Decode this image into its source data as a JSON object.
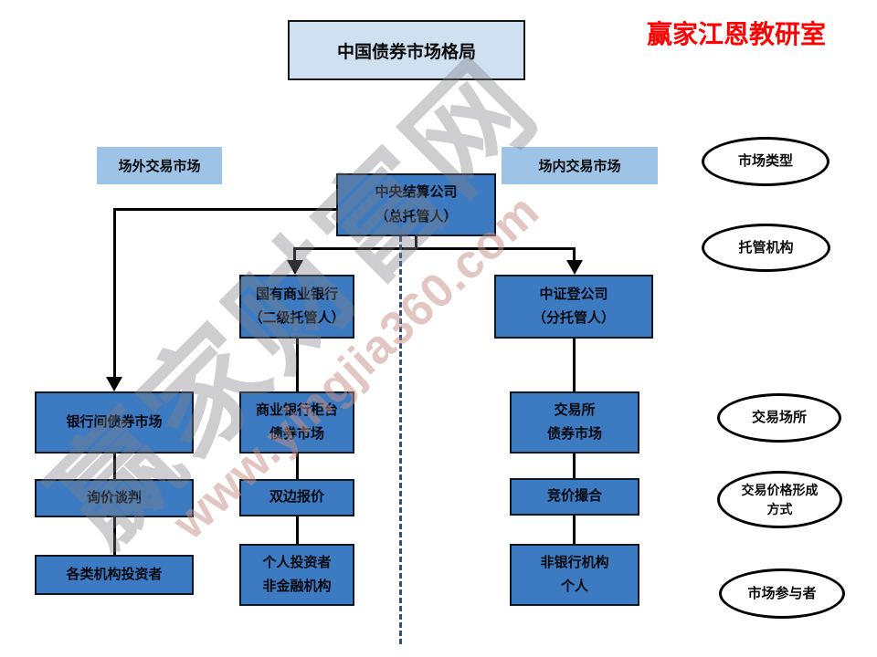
{
  "brand": "赢家江恩教研室",
  "title": "中国债券市场格局",
  "headers": {
    "otc": "场外交易市场",
    "exchange": "场内交易市场"
  },
  "nodes": {
    "central": {
      "line1": "中央结算公司",
      "line2": "（总托管人）"
    },
    "bank_custodian": {
      "line1": "国有商业银行",
      "line2": "（二级托管人）"
    },
    "csdc": {
      "line1": "中证登公司",
      "line2": "（分托管人）"
    },
    "interbank_market": "银行间债券市场",
    "counter_market": {
      "line1": "商业银行柜台",
      "line2": "债券市场"
    },
    "exchange_market": {
      "line1": "交易所",
      "line2": "债券市场"
    },
    "inquiry": "询价谈判",
    "bilateral_quote": "双边报价",
    "auction": "竞价撮合",
    "institutional_investors": "各类机构投资者",
    "individual_investors": {
      "line1": "个人投资者",
      "line2": "非金融机构"
    },
    "nonbank": {
      "line1": "非银行机构",
      "line2": "个人"
    }
  },
  "side_labels": {
    "market_type": "市场类型",
    "custodian": "托管机构",
    "venue": "交易场所",
    "pricing": {
      "line1": "交易价格形成",
      "line2": "方式"
    },
    "participants": "市场参与者"
  },
  "watermark": {
    "main": "赢家财富网",
    "url": "www.yingjia360.com"
  },
  "colors": {
    "node_blue": "#3c7bc2",
    "header_blue": "#9dc3e6",
    "title_blue": "#cfe0f1",
    "brand_red": "#fe0000",
    "dashed_blue": "#2f4d8f",
    "line_black": "#000000"
  }
}
